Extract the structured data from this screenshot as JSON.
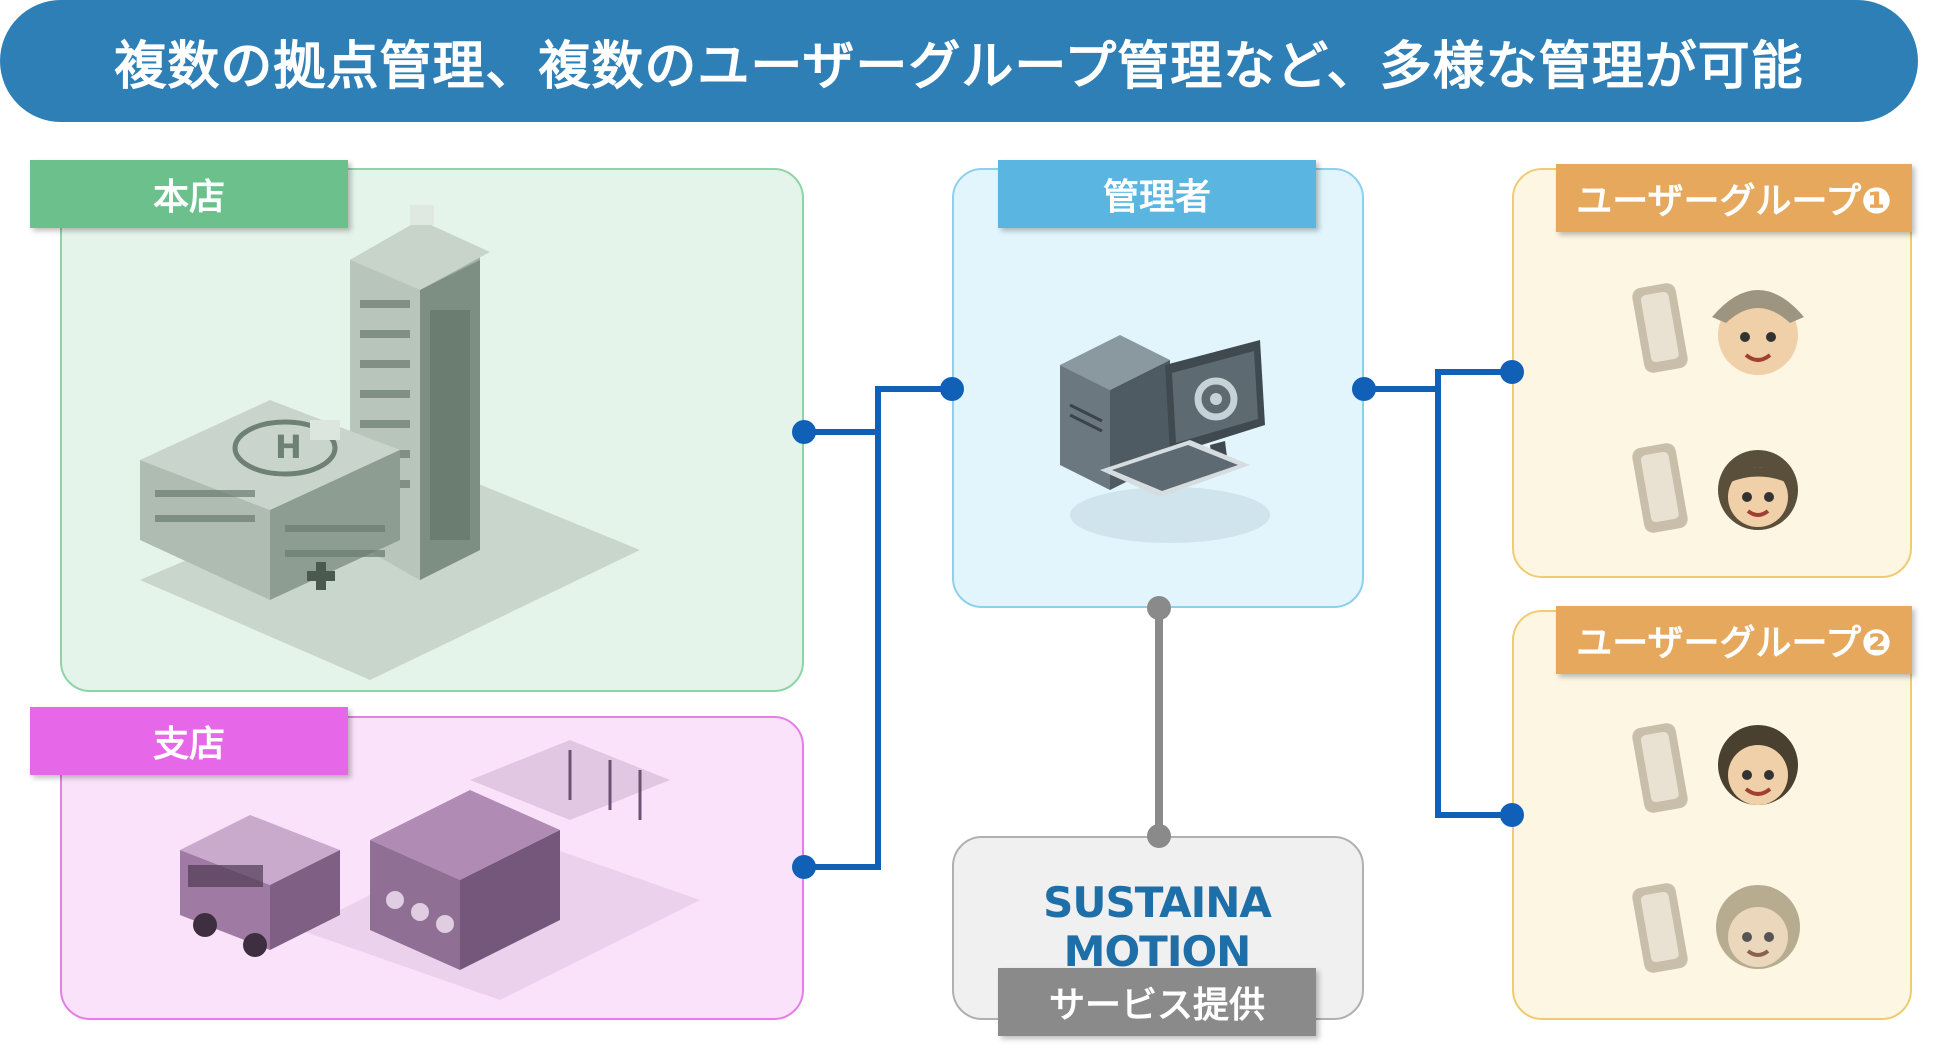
{
  "banner": {
    "title": "複数の拠点管理、複数のユーザーグループ管理など、多様な管理が可能"
  },
  "nodes": {
    "honten": {
      "label": "本店"
    },
    "shiten": {
      "label": "支店"
    },
    "admin": {
      "label": "管理者"
    },
    "group1": {
      "label": "ユーザーグループ❶"
    },
    "group2": {
      "label": "ユーザーグループ❷"
    },
    "service": {
      "label": "サービス提供",
      "logo": "SUSTAINA MOTION"
    }
  },
  "colors": {
    "banner": "#2f7fb7",
    "honten": "#6cc08c",
    "shiten": "#e668e8",
    "admin": "#5ab6e0",
    "group": "#e6a85c",
    "connector": "#1060b8",
    "service_connector": "#8a8a8a"
  }
}
